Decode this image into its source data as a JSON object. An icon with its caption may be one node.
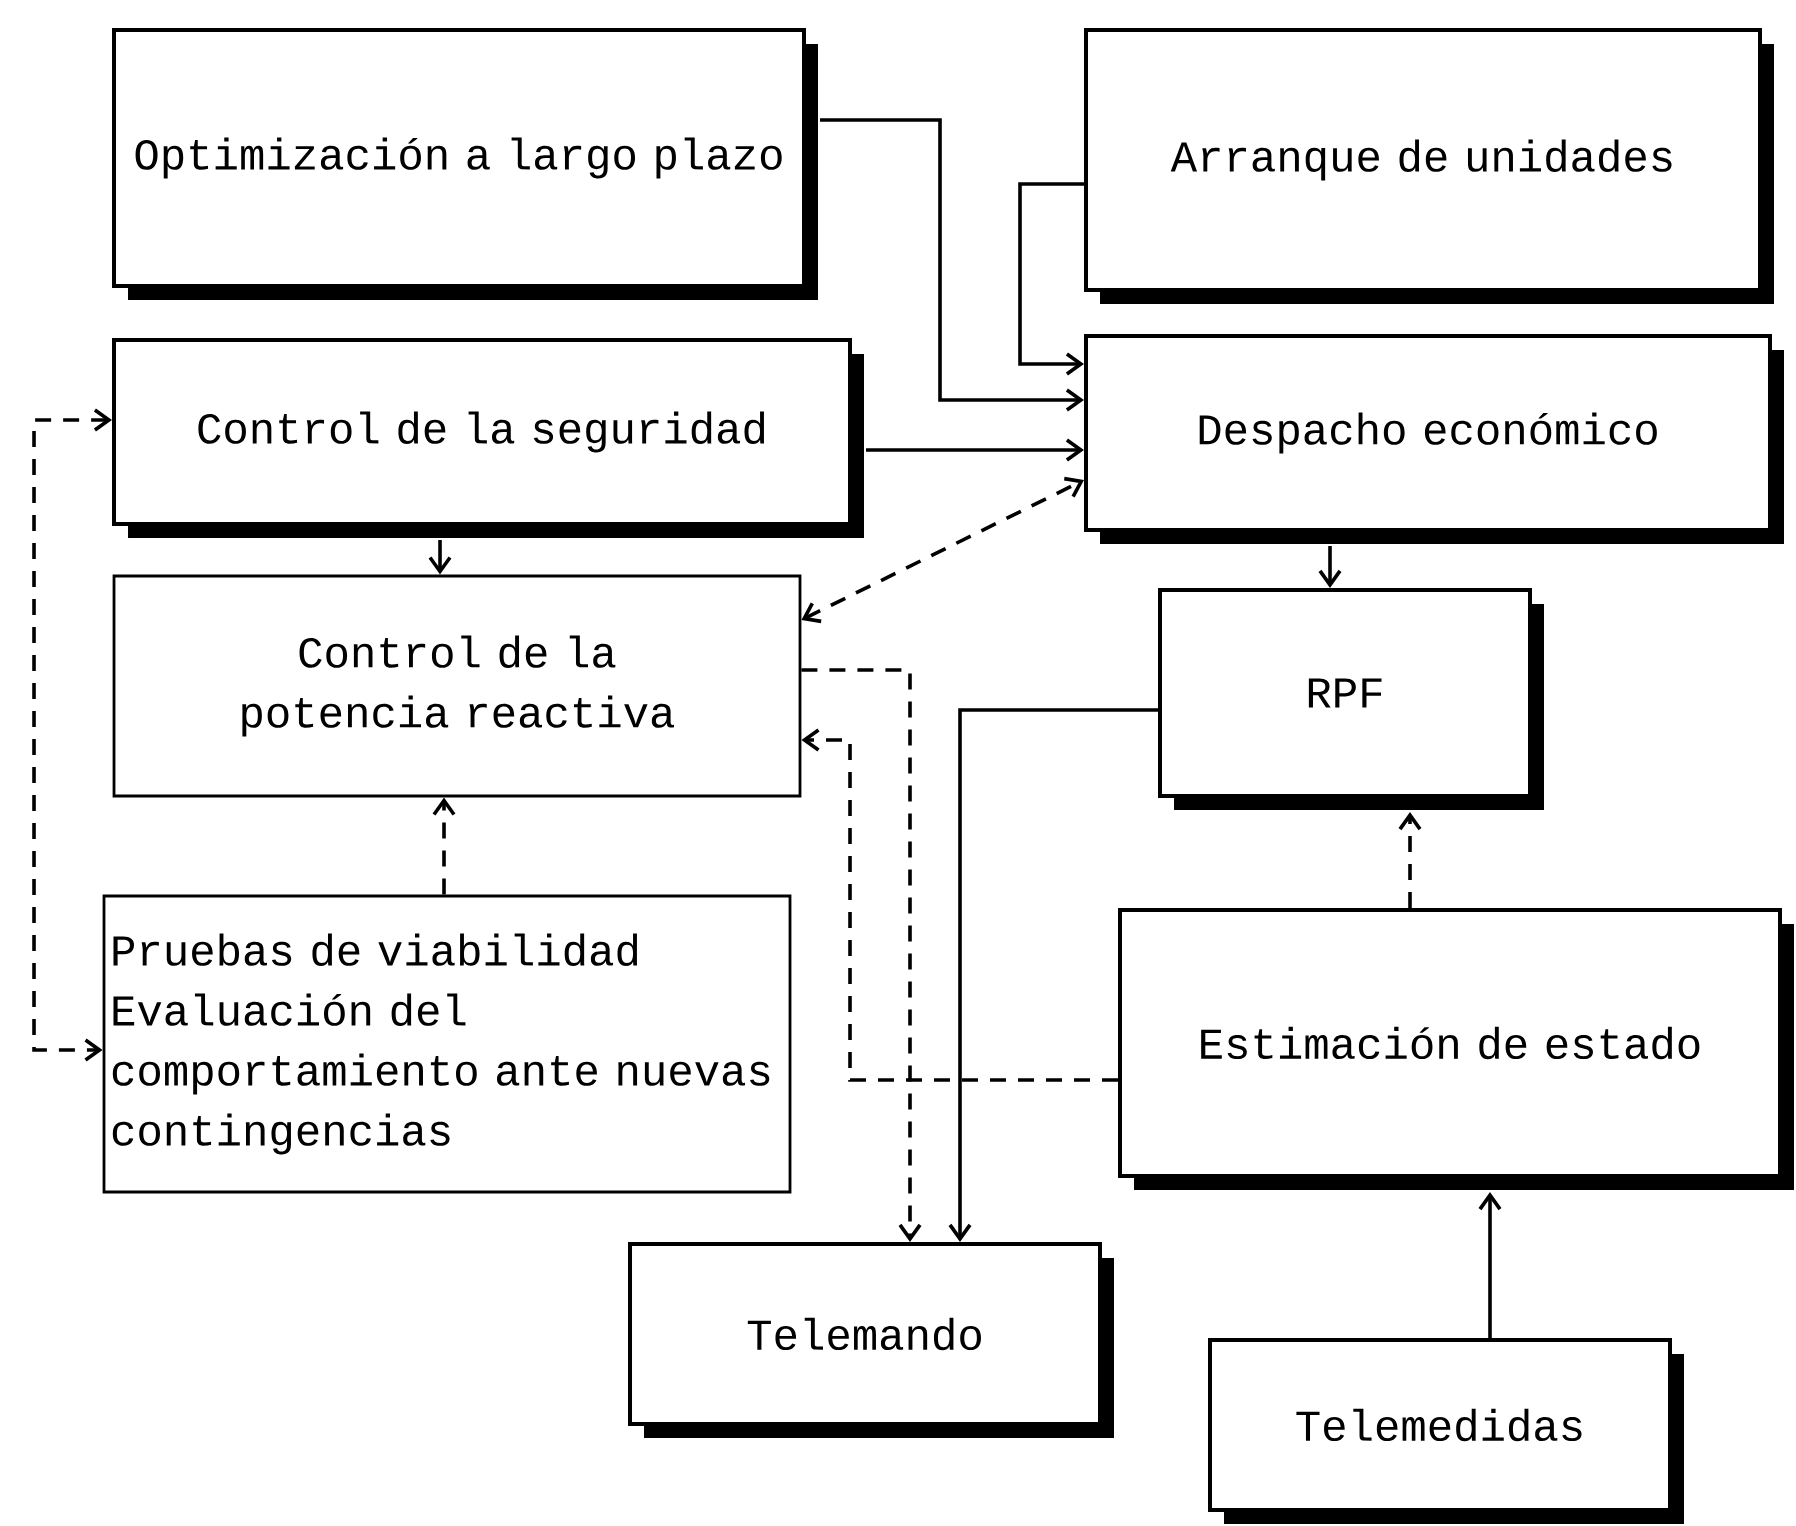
{
  "diagram": {
    "nodes": [
      {
        "text": [
          "Optimización a largo plazo"
        ]
      },
      {
        "text": [
          "Arranque de unidades"
        ]
      },
      {
        "text": [
          "Control de la seguridad"
        ]
      },
      {
        "text": [
          "Despacho económico"
        ]
      },
      {
        "text": [
          "Control de la potencia reactiva"
        ]
      },
      {
        "text": [
          "Pruebas de viabilidad",
          "Evaluación del comportamiento ante nuevas contingencias"
        ]
      },
      {
        "text": [
          "RPF"
        ]
      },
      {
        "text": [
          "Estimación de estado"
        ]
      },
      {
        "text": [
          "Telemando"
        ]
      },
      {
        "text": [
          "Telemedidas"
        ]
      }
    ],
    "edges": [
      {
        "from": 0,
        "to": 3,
        "arrow": "to"
      },
      {
        "from": 1,
        "to": 3,
        "arrow": "to"
      },
      {
        "from": 2,
        "to": 3,
        "arrow": "to"
      },
      {
        "from": 4,
        "to": 3,
        "arrow": "both",
        "style": "dashed"
      },
      {
        "from": 2,
        "to": 4,
        "arrow": "to"
      },
      {
        "from": 5,
        "to": 4,
        "arrow": "to",
        "style": "dashed"
      },
      {
        "from": 2,
        "to": 5,
        "arrow": "both",
        "style": "dashed"
      },
      {
        "from": 4,
        "to": 8,
        "arrow": "to",
        "style": "dashed"
      },
      {
        "from": 7,
        "to": 4,
        "arrow": "to",
        "style": "dashed"
      },
      {
        "from": 3,
        "to": 6,
        "arrow": "to"
      },
      {
        "from": 6,
        "to": 8,
        "arrow": "to"
      },
      {
        "from": 7,
        "to": 6,
        "arrow": "to",
        "style": "dashed"
      },
      {
        "from": 9,
        "to": 7,
        "arrow": "to"
      }
    ]
  }
}
